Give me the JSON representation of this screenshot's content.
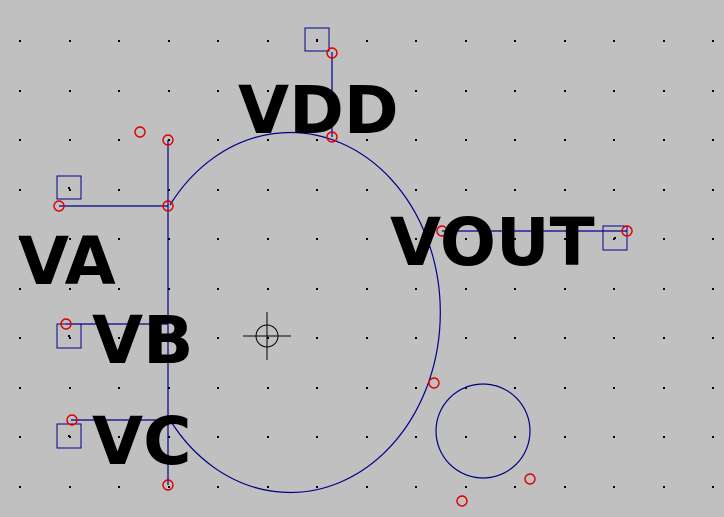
{
  "schematic": {
    "background": "#c0c0c0",
    "wire_color": "#00008b",
    "pin_color": "#e00000",
    "grid_color": "#000000",
    "symbol": "NAND/OR gate symbol (3 inputs, 1 output, inverted output bubble)",
    "labels": {
      "vdd": "VDD",
      "vout": "VOUT",
      "va": "VA",
      "vb": "VB",
      "vc": "VC"
    }
  }
}
